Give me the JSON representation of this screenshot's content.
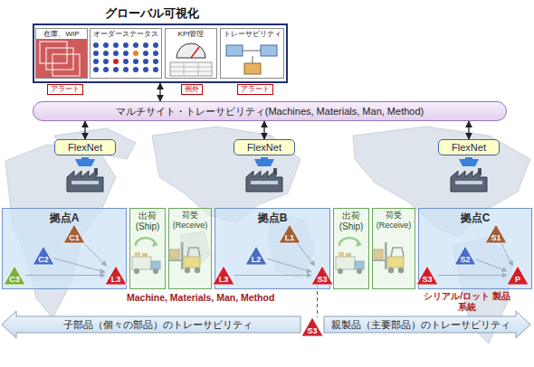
{
  "diagram": {
    "nodes": [
      {
        "text": [
          "グローバル可視化"
        ]
      },
      {
        "text": [
          "在庫、WIP"
        ],
        "in": 0
      },
      {
        "text": [
          "オーダーステータス"
        ],
        "in": 0
      },
      {
        "text": [
          "KPI管理"
        ],
        "in": 0
      },
      {
        "text": [
          "トレーサビリティ"
        ],
        "in": 0
      },
      {
        "text": [
          "マルチサイト・トレーサビリティ(Machines, Materials, Man, Method)"
        ]
      },
      {
        "text": [
          "FlexNet"
        ]
      },
      {
        "text": [
          "FlexNet"
        ]
      },
      {
        "text": [
          "FlexNet"
        ]
      },
      {
        "text": [
          "拠点A"
        ]
      },
      {
        "text": [
          "C1"
        ],
        "in": 9
      },
      {
        "text": [
          "C2"
        ],
        "in": 9
      },
      {
        "text": [
          "C3"
        ],
        "in": 9
      },
      {
        "text": [
          "L3"
        ],
        "in": 9
      },
      {
        "text": [
          "出荷 (Ship)"
        ]
      },
      {
        "text": [
          "荷受 (Receive)"
        ]
      },
      {
        "text": [
          "拠点B"
        ]
      },
      {
        "text": [
          "L3"
        ],
        "in": 16
      },
      {
        "text": [
          "L2"
        ],
        "in": 16
      },
      {
        "text": [
          "L1"
        ],
        "in": 16
      },
      {
        "text": [
          "S3"
        ],
        "in": 16
      },
      {
        "text": [
          "出荷 (Ship)"
        ]
      },
      {
        "text": [
          "荷受 (Receive)"
        ]
      },
      {
        "text": [
          "拠点C"
        ]
      },
      {
        "text": [
          "S3"
        ],
        "in": 23
      },
      {
        "text": [
          "S2"
        ],
        "in": 23
      },
      {
        "text": [
          "S1"
        ],
        "in": 23
      },
      {
        "text": [
          "P"
        ],
        "in": 23
      },
      {
        "text": [
          "子部品（個々の部品）のトレーサビリティ"
        ]
      },
      {
        "text": [
          "親製品（主要部品）のトレーサビリティ"
        ]
      },
      {
        "text": [
          "S3"
        ]
      }
    ],
    "edges": [
      {
        "from": 5,
        "to": 0,
        "arrow": "both"
      },
      {
        "from": 5,
        "to": 6,
        "arrow": "both"
      },
      {
        "from": 5,
        "to": 7,
        "arrow": "both"
      },
      {
        "from": 5,
        "to": 8,
        "arrow": "both"
      },
      {
        "from": 12,
        "to": 13,
        "arrow": "to"
      },
      {
        "from": 11,
        "to": 13,
        "arrow": "to"
      },
      {
        "from": 10,
        "to": 13,
        "arrow": "to"
      },
      {
        "from": 17,
        "to": 20,
        "arrow": "to"
      },
      {
        "from": 18,
        "to": 20,
        "arrow": "to"
      },
      {
        "from": 19,
        "to": 20,
        "arrow": "to"
      },
      {
        "from": 24,
        "to": 27,
        "arrow": "to"
      },
      {
        "from": 25,
        "to": 27,
        "arrow": "to"
      },
      {
        "from": 26,
        "to": 27,
        "arrow": "to"
      },
      {
        "from": 20,
        "to": 30,
        "arrow": "none"
      }
    ],
    "labels": [
      "アラート",
      "例外",
      "アラート",
      "Machine, Materials, Man, Method",
      "シリアル/ロット 製品系統"
    ]
  }
}
